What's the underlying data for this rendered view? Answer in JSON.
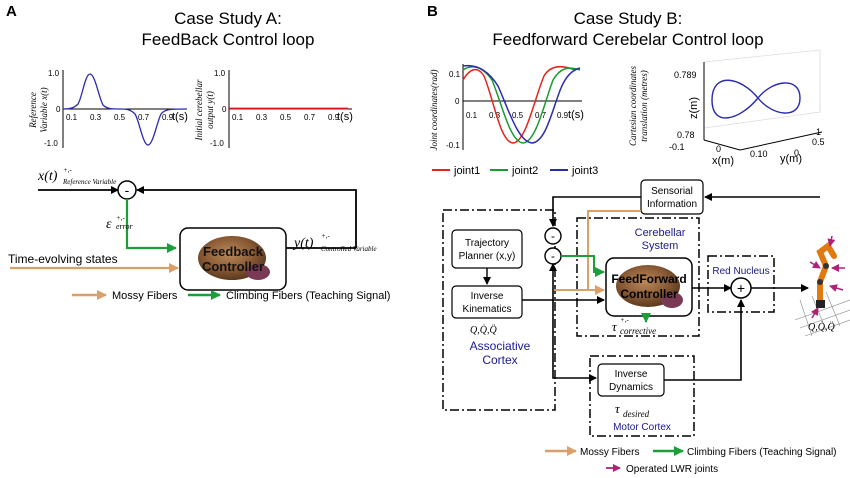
{
  "panel_a": {
    "letter": "A",
    "title_line1": "Case Study A:",
    "title_line2": "FeedBack Control loop",
    "plot_left_ylabel1": "Reference",
    "plot_left_ylabel2": "Variable x(t)",
    "plot_right_ylabel1": "Initial cerebellar",
    "plot_right_ylabel2": "output y(t)",
    "tick_y_top": "1.0",
    "tick_y_bottom": "-1.0",
    "tick_y_zero": "0",
    "x_ticks": [
      "0.1",
      "0.3",
      "0.5",
      "0.7",
      "0.9"
    ],
    "x_unit": "t(s)",
    "x_main": "x(t)",
    "x_super": "+,-",
    "x_sub": "Reference Variable",
    "minus_sign": "-",
    "error_main": "ε",
    "error_super": "+,-",
    "error_sub": "error",
    "y_main": "y(t)",
    "y_super": "+,-",
    "y_sub": "Controlled Variable",
    "controller_line1": "Feedback",
    "controller_line2": "Controller",
    "input_label": "Time-evolving states",
    "legend_mossy": "Mossy Fibers",
    "legend_climbing": "Climbing Fibers (Teaching Signal)"
  },
  "panel_b": {
    "letter": "B",
    "title_line1": "Case Study B:",
    "title_line2": "Feedforward Cerebelar Control loop",
    "joint_ylabel": "Joint coordinates(rad)",
    "joint_y_top": "0.1",
    "joint_y_zero": "0",
    "joint_y_bottom": "-0.1",
    "joint_x_ticks": [
      "0.1",
      "0.3",
      "0.5",
      "0.7",
      "0.9"
    ],
    "joint_x_unit": "t(s)",
    "joint_legend": [
      "joint1",
      "joint2",
      "joint3"
    ],
    "cart_ylabel1": "Cartesian coordinates",
    "cart_ylabel2": "translation (metres)",
    "cart_z_top": "0.789",
    "cart_z_bottom": "0.78",
    "cart_z_label": "z(m)",
    "cart_x_ticks": [
      "-0.1",
      "0",
      "0.10"
    ],
    "cart_x_label": "x(m)",
    "cart_y_ticks": [
      "0",
      "0.5",
      "1"
    ],
    "cart_y_label": "y(m)",
    "sensorial_line1": "Sensorial",
    "sensorial_line2": "Information",
    "trajectory_line1": "Trajectory",
    "trajectory_line2": "Planner (x,y)",
    "inverse_kin_line1": "Inverse",
    "inverse_kin_line2": "Kinematics",
    "q_label": "Q,Q̇,Q̈",
    "associative_line1": "Associative",
    "associative_line2": "Cortex",
    "cerebellar_line1": "Cerebellar",
    "cerebellar_line2": "System",
    "ff_line1": "FeedForward",
    "ff_line2": "Controller",
    "tau_corr_main": "τ",
    "tau_corr_super": "+,-",
    "tau_corr_sub": "corrective",
    "red_nucleus": "Red Nucleus",
    "plus_sign": "+",
    "minus_sign": "-",
    "inverse_dyn_line1": "Inverse",
    "inverse_dyn_line2": "Dynamics",
    "tau_des_main": "τ",
    "tau_des_sub": "desired",
    "motor_cortex": "Motor Cortex",
    "robot_q_label": "Q,Q̇,Q̈",
    "legend_mossy": "Mossy Fibers",
    "legend_climbing": "Climbing Fibers (Teaching Signal)",
    "legend_operated": "Operated LWR joints"
  },
  "colors": {
    "mossy": "#d9a06a",
    "climbing": "#1e9e3a",
    "joint1": "#e0261d",
    "joint2": "#1a9a32",
    "joint3": "#2a2ab0",
    "reference": "#2a2ab0",
    "output": "#d41a1a",
    "label_blue": "#1a1a8c",
    "robot_arrow": "#b0227a"
  }
}
